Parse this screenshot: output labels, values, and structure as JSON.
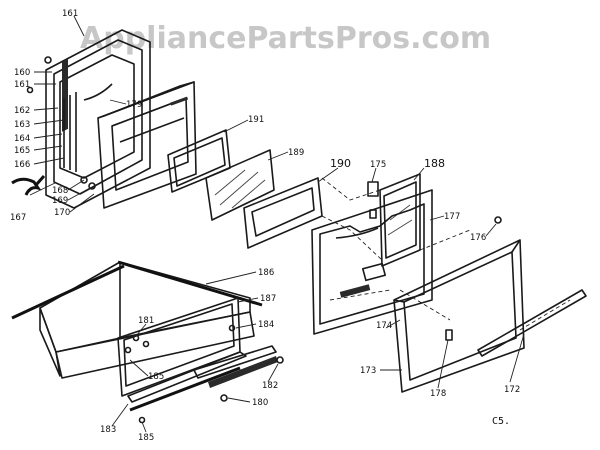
{
  "watermark": "AppliancePartsPros.com",
  "page_code": "C5.",
  "callouts": {
    "c161": "161",
    "c160": "160",
    "c161b": "161",
    "c162": "162",
    "c163": "163",
    "c164": "164",
    "c165": "165",
    "c166": "166",
    "c167": "167",
    "c168": "168",
    "c169": "169",
    "c170": "170",
    "c179": "179",
    "c191": "191",
    "c189": "189",
    "c190": "190",
    "c175": "175",
    "c188": "188",
    "c177": "177",
    "c176": "176",
    "c186": "186",
    "c187": "187",
    "c181": "181",
    "c184": "184",
    "c185a": "185",
    "c182": "182",
    "c180": "180",
    "c183": "183",
    "c185b": "185",
    "c174": "174",
    "c173": "173",
    "c178": "178",
    "c172": "172"
  }
}
